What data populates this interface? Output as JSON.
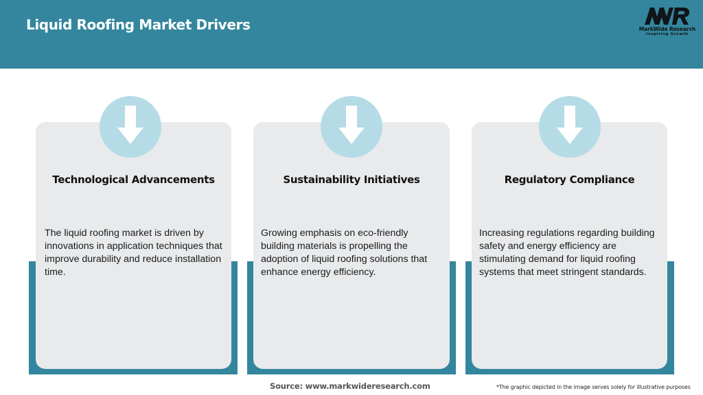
{
  "header": {
    "title": "Liquid Roofing Market Drivers",
    "background_color": "#33869d"
  },
  "logo": {
    "mark": "MWR",
    "name": "MarkWide Research",
    "tagline": "Inspiring Growth"
  },
  "cards": [
    {
      "icon": "arrow-down-icon",
      "title": "Technological Advancements",
      "text": "The liquid roofing market is driven by innovations in application techniques that improve durability and reduce installation time."
    },
    {
      "icon": "arrow-down-icon",
      "title": "Sustainability Initiatives",
      "text": "Growing emphasis on eco-friendly building materials is propelling the adoption of liquid roofing solutions that enhance energy efficiency."
    },
    {
      "icon": "arrow-down-icon",
      "title": "Regulatory Compliance",
      "text": "Increasing regulations regarding building safety and energy efficiency are stimulating demand for liquid roofing systems that meet stringent standards."
    }
  ],
  "footer": {
    "source": "Source: www.markwideresearch.com",
    "disclaimer": "*The graphic depicted in the image serves solely for illustrative purposes"
  },
  "colors": {
    "accent_teal": "#33869d",
    "card_bg": "#e8eaec",
    "icon_circle": "#b5dce6"
  }
}
